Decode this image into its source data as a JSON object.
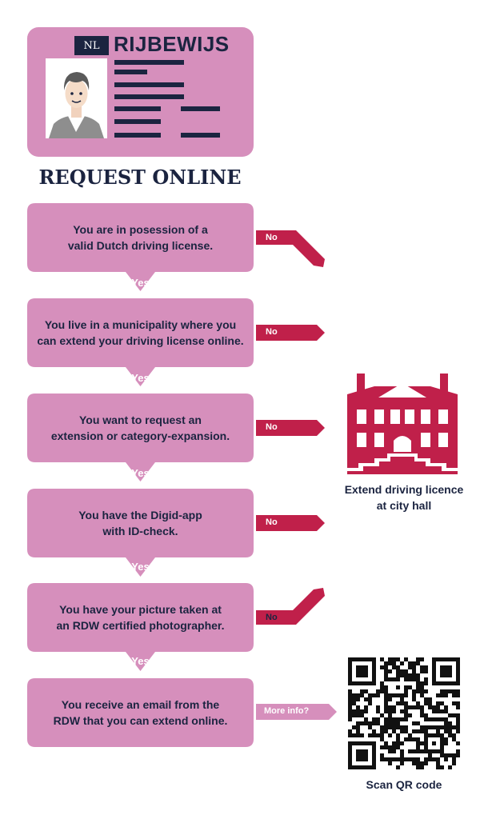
{
  "license_card": {
    "country_code": "NL",
    "title": "RIJBEWIJS"
  },
  "heading": "REQUEST ONLINE",
  "steps": [
    {
      "text": "You are in posession of a\nvalid Dutch driving license.",
      "yes_label": "Yes",
      "no_label": "No"
    },
    {
      "text": "You live in a municipality where you\ncan extend your driving license online.",
      "yes_label": "Yes",
      "no_label": "No"
    },
    {
      "text": "You want to request an\nextension or category-expansion.",
      "yes_label": "Yes",
      "no_label": "No"
    },
    {
      "text": "You have the Digid-app\nwith ID-check.",
      "yes_label": "Yes",
      "no_label": "No"
    },
    {
      "text": "You have your picture taken at\nan RDW certified photographer.",
      "yes_label": "Yes",
      "no_label": "No"
    },
    {
      "text": "You receive an email from the\nRDW that you can extend online.",
      "more_label": "More info?"
    }
  ],
  "city_hall": {
    "icon": "city-hall-icon",
    "caption": "Extend driving licence\nat city hall"
  },
  "qr": {
    "icon": "qr-code-icon",
    "caption": "Scan QR code"
  },
  "colors": {
    "pink": "#d68fbc",
    "navy": "#1b2440",
    "crimson": "#c0204a"
  }
}
